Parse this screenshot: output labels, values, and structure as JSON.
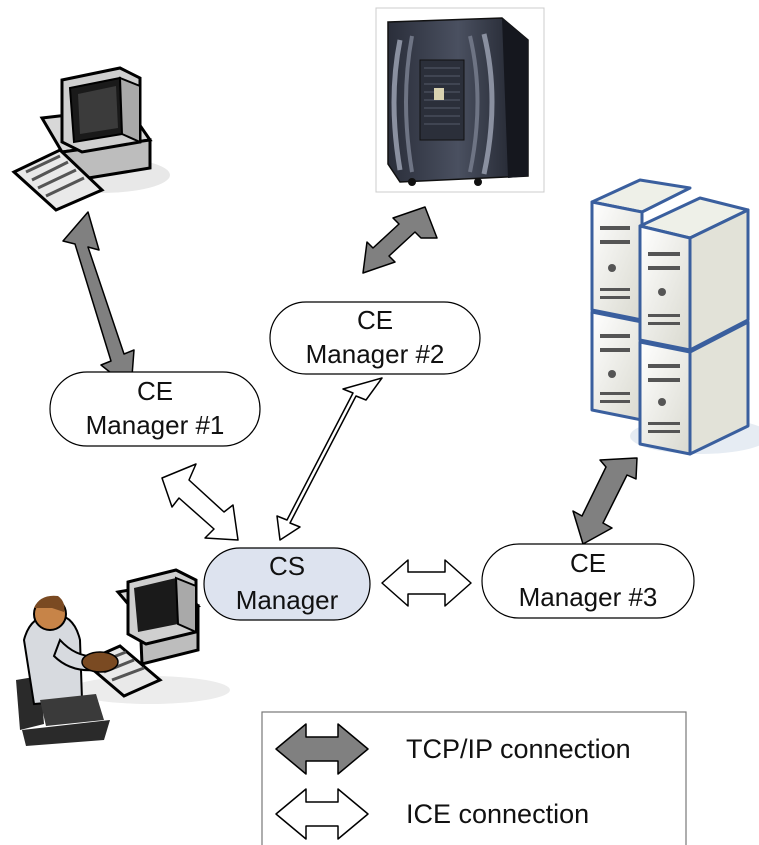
{
  "nodes": {
    "ce1": {
      "line1": "CE",
      "line2": "Manager #1"
    },
    "ce2": {
      "line1": "CE",
      "line2": "Manager #2"
    },
    "ce3": {
      "line1": "CE",
      "line2": "Manager #3"
    },
    "cs": {
      "line1": "CS",
      "line2": "Manager",
      "fill": "#dde3ef"
    }
  },
  "legend": {
    "tcp_label": "TCP/IP connection",
    "ice_label": "ICE connection"
  },
  "colors": {
    "tcp_arrow": "#808080",
    "ice_arrow": "#ffffff",
    "server_outline": "#3a5f9e"
  },
  "icons": [
    "desktop-computer-icon",
    "cluster-computer-icon",
    "server-rack-icon",
    "operator-workstation-icon"
  ]
}
